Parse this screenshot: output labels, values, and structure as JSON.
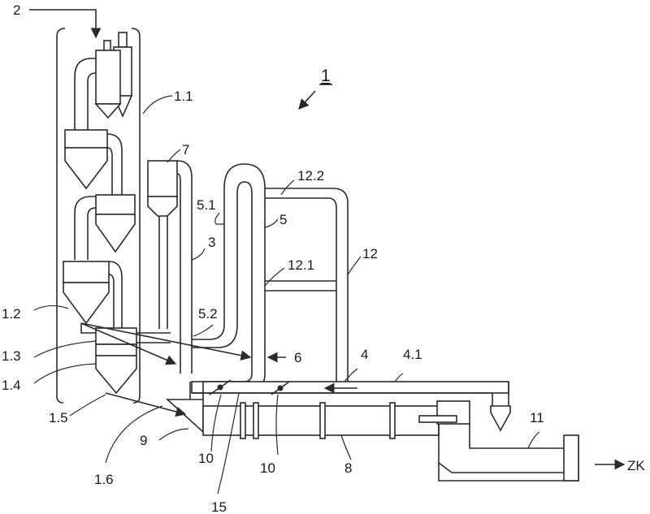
{
  "figure_number": "1",
  "labels": {
    "l_2": "2",
    "l_1_1": "1.1",
    "l_7": "7",
    "l_12_2": "12.2",
    "l_5_1": "5.1",
    "l_5": "5",
    "l_12": "12",
    "l_3": "3",
    "l_12_1": "12.1",
    "l_1_2": "1.2",
    "l_5_2": "5.2",
    "l_1_3": "1.3",
    "l_6": "6",
    "l_4": "4",
    "l_4_1": "4.1",
    "l_1_4": "1.4",
    "l_1_5": "1.5",
    "l_9": "9",
    "l_11": "11",
    "l_10a": "10",
    "l_10b": "10",
    "l_8": "8",
    "l_zk": "ZK",
    "l_1_6": "1.6",
    "l_15": "15"
  }
}
